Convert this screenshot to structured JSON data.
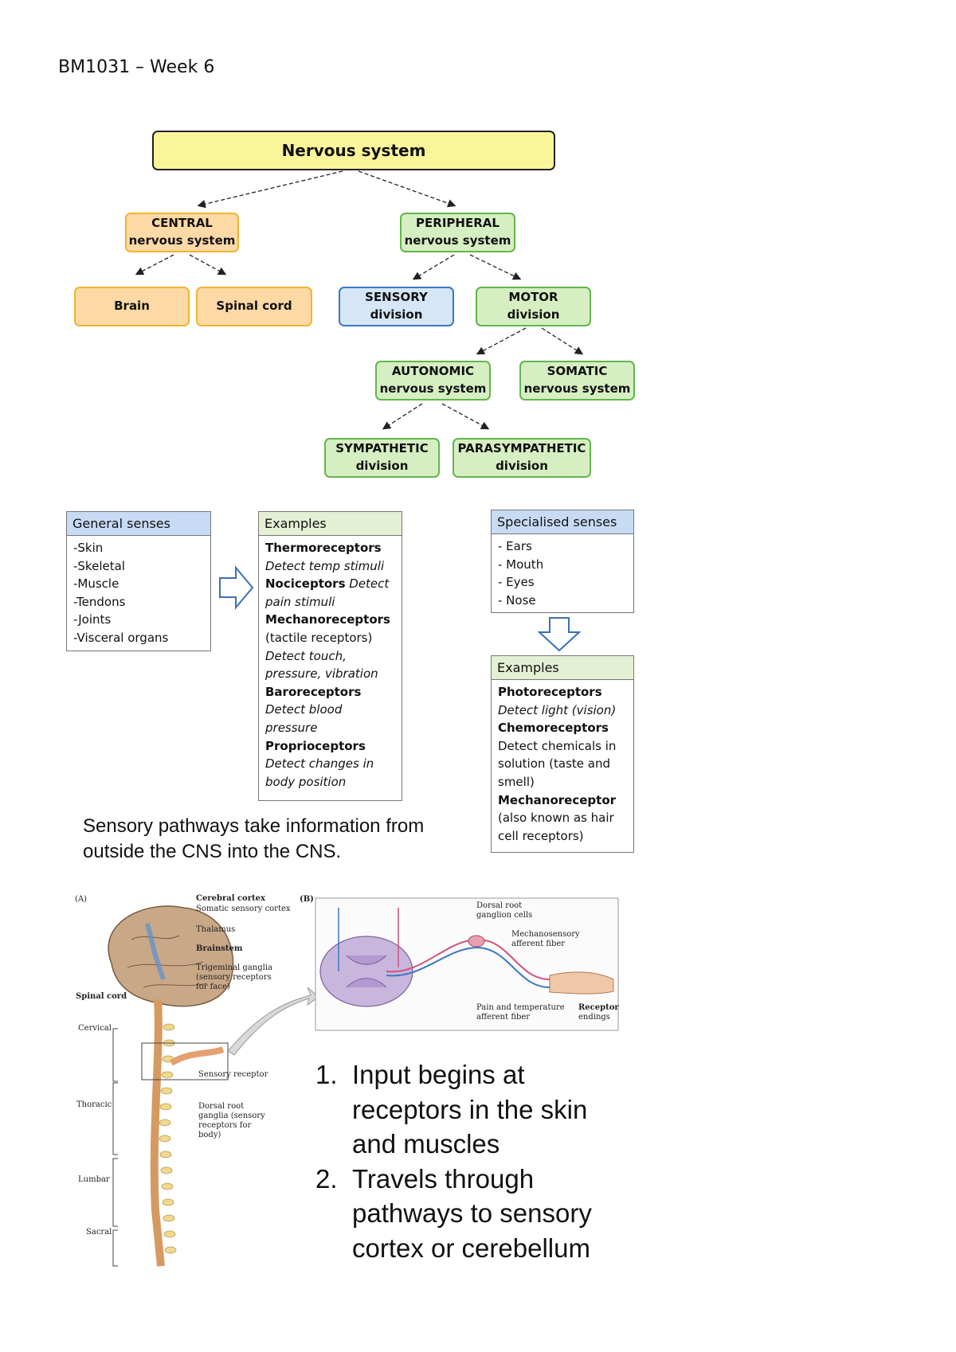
{
  "document": {
    "title": "BM1031 – Week 6"
  },
  "diagram": {
    "nervous_system": "Nervous system",
    "central": {
      "line1": "CENTRAL",
      "line2": "nervous system"
    },
    "peripheral": {
      "line1": "PERIPHERAL",
      "line2": "nervous system"
    },
    "brain": "Brain",
    "spinal_cord": "Spinal cord",
    "sensory": {
      "line1": "SENSORY",
      "line2": "division"
    },
    "motor": {
      "line1": "MOTOR",
      "line2": "division"
    },
    "autonomic": {
      "line1": "AUTONOMIC",
      "line2": "nervous system"
    },
    "somatic": {
      "line1": "SOMATIC",
      "line2": "nervous system"
    },
    "sympathetic": {
      "line1": "SYMPATHETIC",
      "line2": "division"
    },
    "parasympathetic": {
      "line1": "PARASYMPATHETIC",
      "line2": "division"
    }
  },
  "general_senses": {
    "header": "General senses",
    "items": [
      "-Skin",
      "-Skeletal",
      "-Muscle",
      "-Tendons",
      "-Joints",
      "-Visceral organs"
    ]
  },
  "general_examples": {
    "header": "Examples",
    "lines": [
      {
        "text": "Thermoreceptors",
        "style": "b"
      },
      {
        "text": "Detect temp stimuli",
        "style": "i"
      },
      {
        "text": "Nociceptors",
        "style": "b",
        "rest": " Detect"
      },
      {
        "text": "pain stimuli",
        "style": "i"
      },
      {
        "text": "Mechanoreceptors",
        "style": "b"
      },
      {
        "text": "(tactile receptors)",
        "style": ""
      },
      {
        "text": "Detect touch,",
        "style": "i"
      },
      {
        "text": "pressure, vibration",
        "style": "i"
      },
      {
        "text": "Baroreceptors",
        "style": "b"
      },
      {
        "text": "Detect blood",
        "style": "i"
      },
      {
        "text": "pressure",
        "style": "i"
      },
      {
        "text": "Proprioceptors",
        "style": "b"
      },
      {
        "text": "Detect changes in",
        "style": "i"
      },
      {
        "text": "body position",
        "style": "i"
      }
    ]
  },
  "special_senses": {
    "header": "Specialised senses",
    "items": [
      "- Ears",
      "- Mouth",
      "- Eyes",
      "- Nose"
    ]
  },
  "special_examples": {
    "header": "Examples",
    "lines": [
      {
        "text": "Photoreceptors",
        "style": "b"
      },
      {
        "text": "Detect light (vision)",
        "style": "i"
      },
      {
        "text": "Chemoreceptors",
        "style": "b"
      },
      {
        "text": "Detect chemicals in",
        "style": ""
      },
      {
        "text": "solution (taste and",
        "style": ""
      },
      {
        "text": "smell)",
        "style": ""
      },
      {
        "text": "Mechanoreceptor",
        "style": "b"
      },
      {
        "text": "(also known as hair",
        "style": ""
      },
      {
        "text": "cell receptors)",
        "style": ""
      }
    ]
  },
  "caption": {
    "line1": "Sensory pathways take information from",
    "line2": "outside the CNS into the CNS."
  },
  "figure": {
    "panel_a": "(A)",
    "panel_b": "(B)",
    "cerebral_cortex": "Cerebral cortex",
    "somatic_sensory_cortex": "Somatic sensory cortex",
    "thalamus": "Thalamus",
    "brainstem": "Brainstem",
    "trigeminal1": "Trigeminal ganglia",
    "trigeminal2": "(sensory receptors",
    "trigeminal3": "for face)",
    "spinal_cord": "Spinal cord",
    "cervical": "Cervical",
    "thoracic": "Thoracic",
    "lumbar": "Lumbar",
    "sacral": "Sacral",
    "sensory_receptor": "Sensory receptor",
    "drg1": "Dorsal root",
    "drg2": "ganglia (sensory",
    "drg3": "receptors for",
    "drg4": "body)",
    "drg_cells1": "Dorsal root",
    "drg_cells2": "ganglion cells",
    "mech1": "Mechanosensory",
    "mech2": "afferent fiber",
    "pain1": "Pain and temperature",
    "pain2": "afferent fiber",
    "receptor1": "Receptor",
    "receptor2": "endings"
  },
  "steps": [
    {
      "num": "1.",
      "lines": [
        "Input begins at",
        "receptors in the skin",
        "and muscles"
      ]
    },
    {
      "num": "2.",
      "lines": [
        "Travels through",
        "pathways to sensory",
        "cortex or cerebellum"
      ]
    }
  ]
}
